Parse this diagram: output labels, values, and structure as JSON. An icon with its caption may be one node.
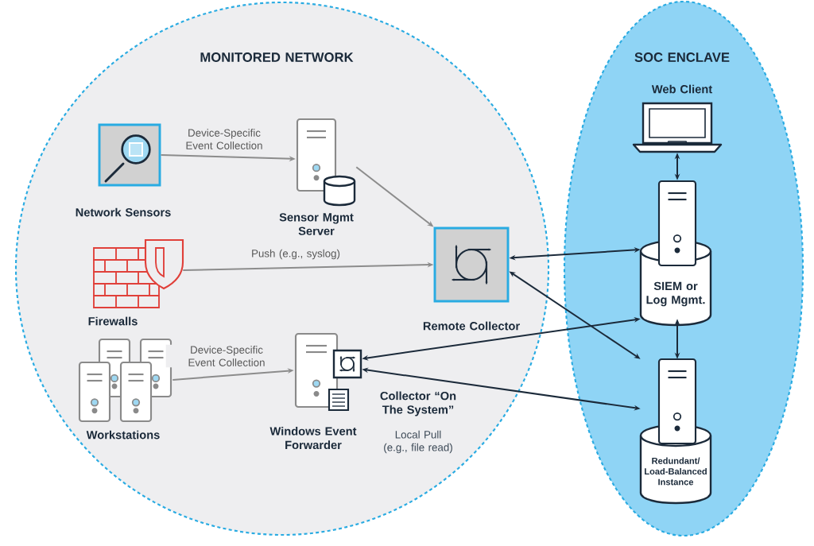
{
  "diagram": {
    "nodes": [
      {
        "text": [
          "MONITORED NETWORK"
        ]
      },
      {
        "text": [
          "SOC ENCLAVE"
        ]
      },
      {
        "text": [
          "Network Sensors"
        ],
        "in": 0
      },
      {
        "text": [
          "Sensor Mgmt Server"
        ],
        "in": 0
      },
      {
        "text": [
          "Firewalls"
        ],
        "in": 0
      },
      {
        "text": [
          "Remote Collector"
        ],
        "in": 0
      },
      {
        "text": [
          "Workstations"
        ],
        "in": 0
      },
      {
        "text": [
          "Windows Event Forwarder"
        ],
        "in": 0
      },
      {
        "text": [
          "Collector “On The System”",
          "Local Pull (e.g., file read)"
        ],
        "in": 0
      },
      {
        "text": [
          "Web Client"
        ],
        "in": 1
      },
      {
        "text": [
          "SIEM or Log Mgmt."
        ],
        "in": 1
      },
      {
        "text": [
          "Redundant/ Load-Balanced Instance"
        ],
        "in": 1
      }
    ],
    "edges": [
      {
        "from": 2,
        "to": 3,
        "arrow": "to",
        "label": "Device-Specific Event Collection",
        "color": "#8c8c8c"
      },
      {
        "from": 3,
        "to": 5,
        "arrow": "to",
        "color": "#8c8c8c"
      },
      {
        "from": 4,
        "to": 5,
        "arrow": "to",
        "label": "Push (e.g., syslog)",
        "color": "#8c8c8c"
      },
      {
        "from": 6,
        "to": 7,
        "arrow": "to",
        "label": "Device-Specific Event Collection",
        "color": "#8c8c8c"
      },
      {
        "from": 5,
        "to": 10,
        "arrow": "both"
      },
      {
        "from": 5,
        "to": 11,
        "arrow": "both"
      },
      {
        "from": 8,
        "to": 10,
        "arrow": "both"
      },
      {
        "from": 8,
        "to": 11,
        "arrow": "both"
      },
      {
        "from": 9,
        "to": 10,
        "arrow": "both"
      },
      {
        "from": 10,
        "to": 11,
        "arrow": "both"
      }
    ]
  }
}
